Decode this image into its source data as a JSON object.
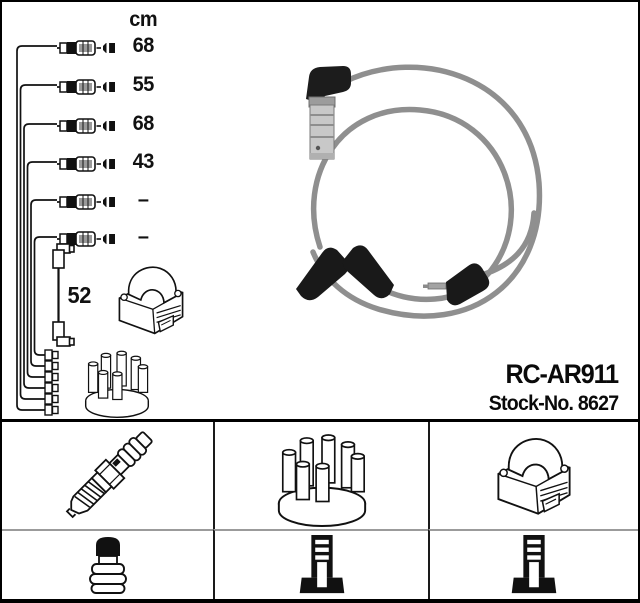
{
  "product": {
    "code": "RC-AR911",
    "stock_no": "Stock-No. 8627"
  },
  "schematic": {
    "unit": "cm",
    "cable_lengths": [
      "68",
      "55",
      "68",
      "43",
      "–",
      "–"
    ],
    "coil_wire_length": "52",
    "cable_count": 6
  },
  "photo": {
    "description_icons": [
      "spark-plug-connector",
      "angled-boot",
      "angled-boot",
      "distributor-connector",
      "cable-loop"
    ]
  },
  "component_table": {
    "row1_icons": [
      "spark-plug",
      "distributor-cap",
      "ignition-coil"
    ],
    "row2_icons": [
      "plug-terminal-nut",
      "socket-tower",
      "socket-tower"
    ]
  },
  "colors": {
    "line_black": "#111111",
    "cable_gray": "#8f8f8f",
    "metal_gray": "#c8c8c8",
    "row_divider_gray": "#9b9b9b",
    "background": "#ffffff"
  }
}
